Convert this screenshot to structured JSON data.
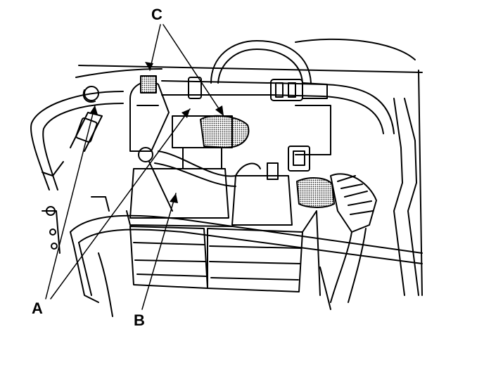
{
  "diagram": {
    "callouts": {
      "a": "A",
      "b": "B",
      "c": "C"
    },
    "colors": {
      "line": "#000000",
      "background": "#ffffff",
      "hatch": "#555555"
    }
  }
}
